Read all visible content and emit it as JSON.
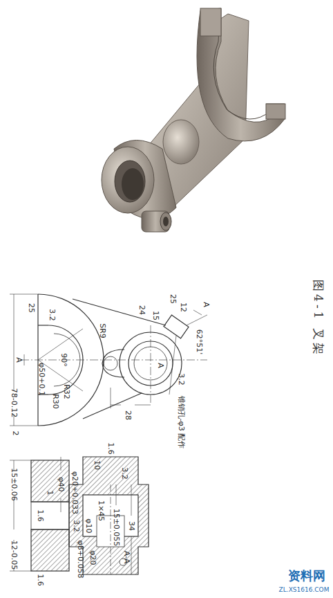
{
  "diagram": {
    "caption": "图4-1 叉架",
    "labels": [
      "A",
      "25",
      "3.2",
      "φ50+0.1",
      "90°",
      "R30",
      "R32",
      "78-0.12",
      "2",
      "SR9",
      "24",
      "15",
      "25",
      "12",
      "A",
      "62°51'",
      "A",
      "28",
      "锥销孔-φ3 配作",
      "3.2",
      "15±0.06",
      "12-0.05",
      "1.6",
      "1.6",
      "1",
      "φ40",
      "φ20+0.033",
      "10",
      "1.6",
      "φ10",
      "3.2",
      "1×45",
      "φ8+0.058",
      "φ20",
      "3.2",
      "15±0.055",
      "A-A",
      "34",
      "资料网",
      "ZL.XS1616.COM"
    ]
  }
}
